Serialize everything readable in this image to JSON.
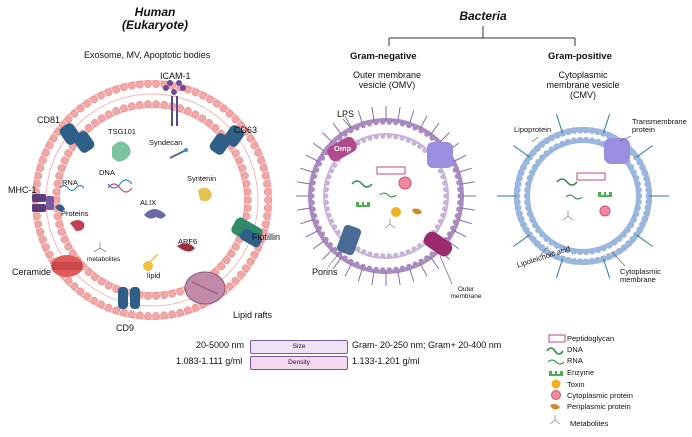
{
  "human": {
    "title_line1": "Human",
    "title_line2": "(Eukaryote)",
    "subtitle": "Exosome, MV, Apoptotic bodies",
    "labels": {
      "icam1": "ICAM-1",
      "cd81": "CD81",
      "cd63": "CD63",
      "tsg101": "TSG101",
      "syndecan": "Syndecan",
      "syntenin": "Syntenin",
      "mhc1": "MHC-1",
      "rna": "RNA",
      "dna": "DNA",
      "proteins": "Proteins",
      "alix": "ALIX",
      "metabolites": "metabolites",
      "arf6": "ARF6",
      "lipid": "lipid",
      "flotillin": "Flotillin",
      "ceramide": "Ceramide",
      "lipid_rafts": "Lipid rafts",
      "cd9": "CD9"
    }
  },
  "bacteria": {
    "title": "Bacteria",
    "gram_negative": {
      "heading": "Gram-negative",
      "vesicle": "Outer membrane vesicle (OMV)",
      "lps": "LPS",
      "omp": "Omp",
      "porins": "Porins",
      "outer_membrane": "Outer membrane"
    },
    "gram_positive": {
      "heading": "Gram-positive",
      "vesicle_line1": "Cytoplasmic",
      "vesicle_line2": "membrane vesicle",
      "vesicle_line3": "(CMV)",
      "lipoprotein": "Lipoprotein",
      "transmembrane_line1": "Transmembrane",
      "transmembrane_line2": "protein",
      "lipoteichoic": "Lipoteichoic acid",
      "cyto_membrane_line1": "Cytoplasmic",
      "cyto_membrane_line2": "membrane"
    }
  },
  "comparison": {
    "human_size": "20-5000 nm",
    "size_label": "Size",
    "bacteria_size": "Gram- 20-250 nm; Gram+ 20-400 nm",
    "human_density": "1.083-1.111 g/ml",
    "density_label": "Density",
    "bacteria_density": "1.133-1.201 g/ml"
  },
  "legend": [
    {
      "name": "Peptidoglycan"
    },
    {
      "name": "DNA"
    },
    {
      "name": "RNA"
    },
    {
      "name": "Enzyme"
    },
    {
      "name": "Toxin"
    },
    {
      "name": "Cytoplasmic protein"
    },
    {
      "name": "Periplasmic protein"
    },
    {
      "name": "Metabolites"
    }
  ],
  "colors": {
    "human_membrane": "#f2a6a6",
    "gram_negative_membrane": "#a98bc0",
    "gram_positive_membrane": "#9ab6dd",
    "protein_blue": "#2e5f87",
    "lipid_raft": "#c08aa8",
    "bar_fill": "#efe2f6"
  }
}
